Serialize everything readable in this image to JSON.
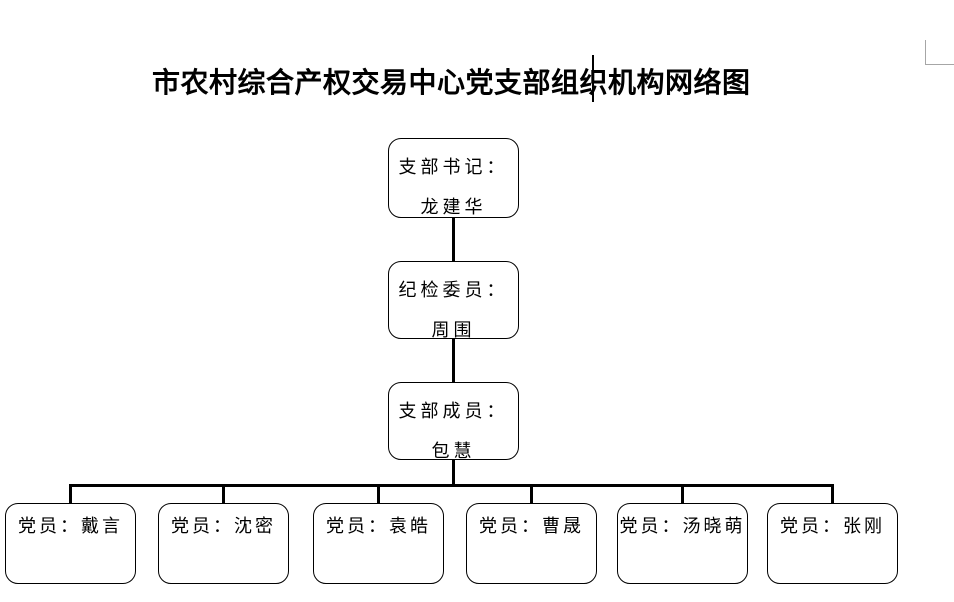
{
  "title": {
    "text": "市农村综合产权交易中心党支部组织机构网络图"
  },
  "org_chart": {
    "nodes": [
      {
        "role": "支部书记：",
        "name": "龙建华"
      },
      {
        "role": "纪检委员：",
        "name": "周围"
      },
      {
        "role": "支部成员：",
        "name": "包慧"
      }
    ],
    "members": [
      {
        "label": "党员：戴言"
      },
      {
        "label": "党员：沈密"
      },
      {
        "label": "党员：袁皓"
      },
      {
        "label": "党员：曹晟"
      },
      {
        "label": "党员：汤晓萌"
      },
      {
        "label": "党员：张刚"
      }
    ]
  },
  "colors": {
    "background": "#ffffff",
    "text": "#000000",
    "box_border": "#000000",
    "connector": "#000000",
    "corner_mark": "#a6a6a6"
  }
}
